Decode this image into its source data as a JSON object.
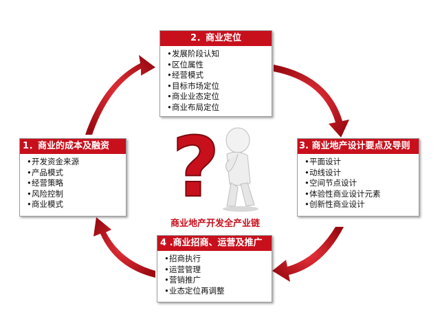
{
  "boxes": {
    "b1": {
      "title": "1．商业的成本及融资",
      "items": [
        "开发资金来源",
        "产品模式",
        "经营策略",
        "风险控制",
        "商业模式"
      ]
    },
    "b2": {
      "title": "2．商业定位",
      "items": [
        "发展阶段认知",
        "区位属性",
        "经营模式",
        "目标市场定位",
        "商业业态定位",
        "商业布局定位"
      ]
    },
    "b3": {
      "title": "3. 商业地产设计要点及导则",
      "items": [
        "平面设计",
        "动线设计",
        "空间节点设计",
        "体验性商业设计元素",
        "创新性商业设计"
      ]
    },
    "b4": {
      "title": "4 .商业招商、运营及推广",
      "items": [
        "招商执行",
        "运营管理",
        "营销推广",
        "业态定位再调整"
      ]
    }
  },
  "center": {
    "title": "商业地产开发全产业链"
  },
  "colors": {
    "accent": "#c8101d"
  },
  "icons": [
    "question-mark-figure",
    "cycle-arrow"
  ]
}
